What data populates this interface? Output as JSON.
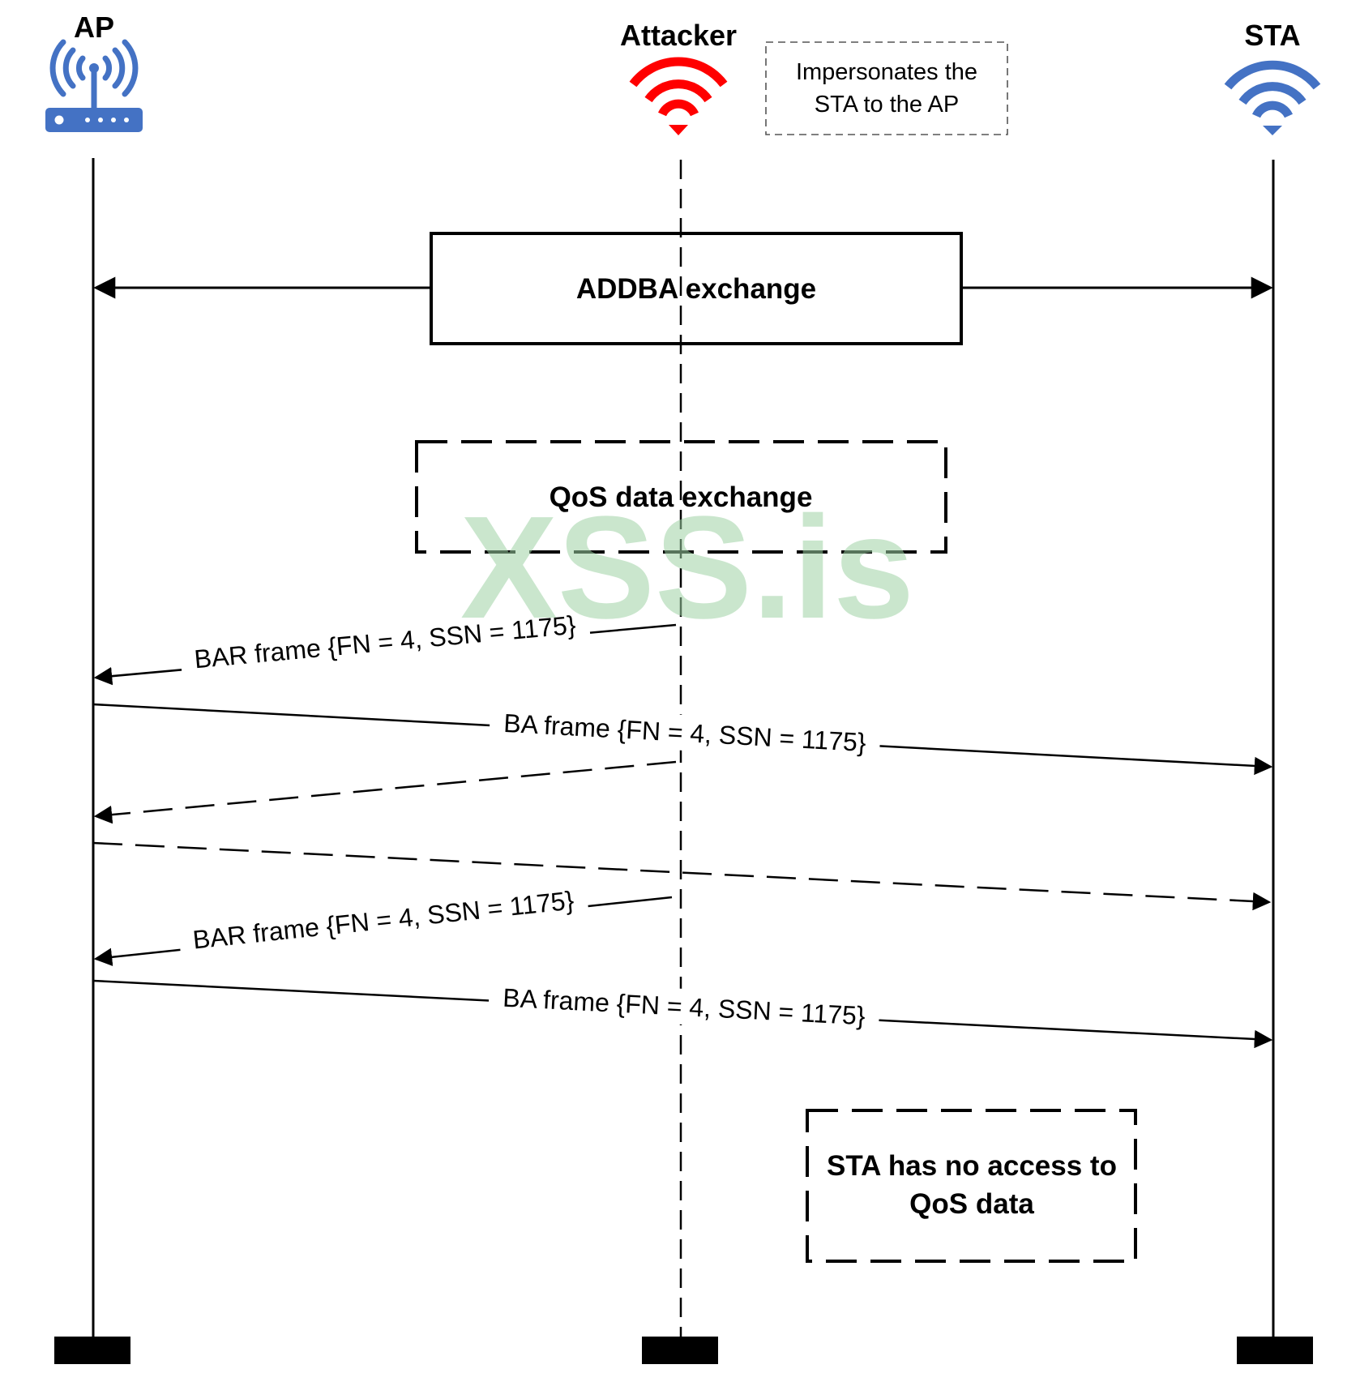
{
  "participants": {
    "ap": {
      "label": "AP",
      "icon": "router-icon",
      "color": "#4472c4"
    },
    "attacker": {
      "label": "Attacker",
      "icon": "wifi-icon",
      "color": "#ff0000"
    },
    "sta": {
      "label": "STA",
      "icon": "wifi-icon",
      "color": "#4472c4"
    }
  },
  "notes": {
    "impersonation": [
      "Impersonates the",
      "STA to the AP"
    ],
    "addba": "ADDBA exchange",
    "qos_exchange": "QoS data exchange",
    "no_access": [
      "STA has no access to",
      "QoS data"
    ]
  },
  "messages": [
    {
      "label": "BAR frame {FN = 4, SSN = 1175}",
      "from": "attacker",
      "to": "ap",
      "style": "solid"
    },
    {
      "label": "BA frame {FN = 4, SSN = 1175}",
      "from": "ap",
      "to": "sta",
      "style": "solid"
    },
    {
      "label": "",
      "from": "attacker",
      "to": "ap",
      "style": "dashed"
    },
    {
      "label": "",
      "from": "ap",
      "to": "sta",
      "style": "dashed"
    },
    {
      "label": "BAR frame {FN = 4, SSN = 1175}",
      "from": "attacker",
      "to": "ap",
      "style": "solid"
    },
    {
      "label": "BA frame {FN = 4, SSN = 1175}",
      "from": "ap",
      "to": "sta",
      "style": "solid"
    }
  ],
  "watermark": "XSS.is"
}
